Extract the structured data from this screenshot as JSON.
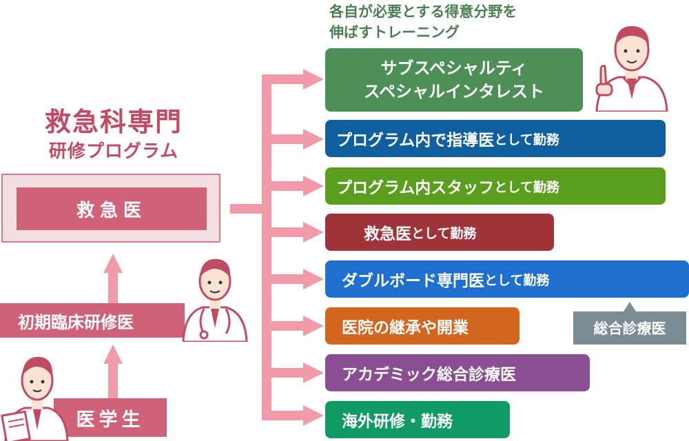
{
  "program": {
    "title": "救急科専門",
    "subtitle": "研修プログラム"
  },
  "stages": {
    "emergency_physician": "救急医",
    "resident": "初期臨床研修医",
    "student": "医学生"
  },
  "note": {
    "line1": "各自が必要とする得意分野を",
    "line2": "伸ばすトレーニング"
  },
  "destinations": [
    {
      "line1": "サブスペシャルティ",
      "line2": "スペシャルインタレスト",
      "color": "#4d8f57"
    },
    {
      "main": "プログラム内で指導医",
      "suffix": "として勤務",
      "color": "#0f5e9e"
    },
    {
      "main": "プログラム内スタッフ",
      "suffix": "として勤務",
      "color": "#5a9e1e"
    },
    {
      "main": "救急医",
      "suffix": "として勤務",
      "color": "#a0323a"
    },
    {
      "main": "ダブルボード専門医",
      "suffix": "として勤務",
      "color": "#1f6fd0"
    },
    {
      "main": "医院の継承や開業",
      "color": "#d3661e"
    },
    {
      "main": "アカデミック総合診療医",
      "color": "#8a4f93"
    },
    {
      "main": "海外研修・勤務",
      "color": "#109a64"
    }
  ],
  "general_practice": "総合診療医",
  "colors": {
    "primary": "#cf6278",
    "arrow": "#f09aaa",
    "frame": "#f3dfe2"
  },
  "icons": [
    "doctor-pointing-icon",
    "doctor-stethoscope-icon",
    "doctor-clipboard-icon"
  ]
}
